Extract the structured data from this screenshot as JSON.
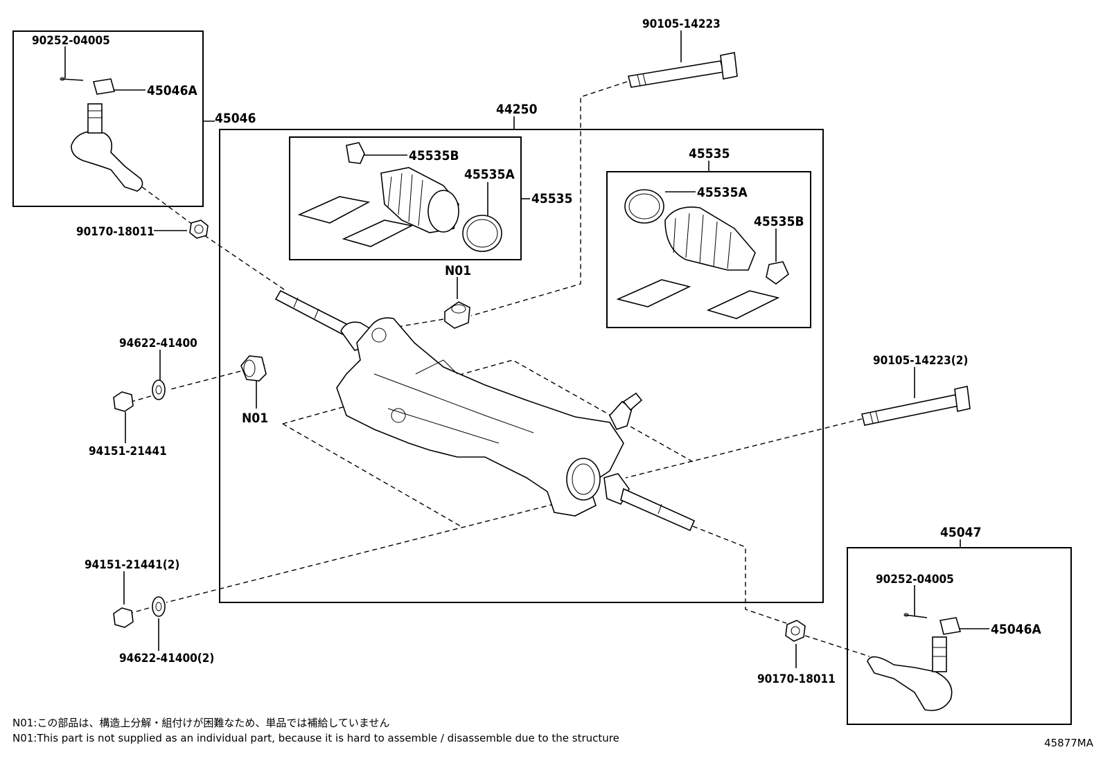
{
  "labels": {
    "p90252_left": "90252-04005",
    "p45046A_left": "45046A",
    "p45046": "45046",
    "p44250": "44250",
    "p90105_top": "90105-14223",
    "p45535B_left": "45535B",
    "p45535A_left": "45535A",
    "p45535_left": "45535",
    "p45535_right_box": "45535",
    "p45535A_right": "45535A",
    "p45535B_right": "45535B",
    "p90170_left": "90170-18011",
    "pN01_top": "N01",
    "pN01_left": "N01",
    "p94622_top": "94622-41400",
    "p94151_top": "94151-21441",
    "p90105_right": "90105-14223(2)",
    "p45047": "45047",
    "p90252_right": "90252-04005",
    "p45046A_right": "45046A",
    "p94151_bottom": "94151-21441(2)",
    "p94622_bottom": "94622-41400(2)",
    "p90170_right": "90170-18011"
  },
  "notes": {
    "jp": "N01:この部品は、構造上分解・組付けが困難なため、単品では補給していません",
    "en": "N01:This part is not supplied as an individual part, because it is hard to assemble / disassemble due to the structure"
  },
  "diagram_id": "45877MA"
}
